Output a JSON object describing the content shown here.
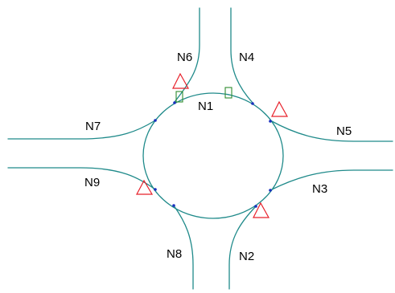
{
  "colors": {
    "road": "#1f8a8a",
    "yield_sign": "#e8202a",
    "detector": "#2e8b2e",
    "junction_dot": "#1a2fbf",
    "label": "#000000"
  },
  "nodes": {
    "n1": "N1",
    "n2": "N2",
    "n3": "N3",
    "n4": "N4",
    "n5": "N5",
    "n6": "N6",
    "n7": "N7",
    "n8": "N8",
    "n9": "N9"
  },
  "icons": {
    "yield": "yield-triangle-icon",
    "detector": "detector-rectangle-icon",
    "junction": "junction-dot-icon"
  }
}
